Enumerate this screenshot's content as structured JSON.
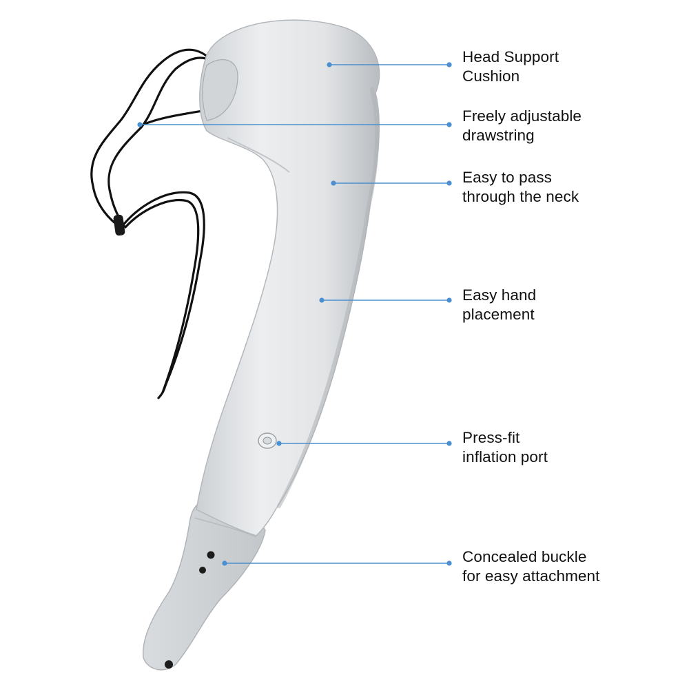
{
  "colors": {
    "leader": "#4a8fd0",
    "pillow_light": "#e8eaec",
    "pillow_mid": "#d4d7da",
    "pillow_shadow": "#b9bdc1",
    "strap": "#cfd2d5",
    "cord": "#111111",
    "text": "#111111"
  },
  "callouts": [
    {
      "id": "head-support",
      "lines": [
        "Head Support",
        "Cushion"
      ]
    },
    {
      "id": "drawstring",
      "lines": [
        "Freely adjustable",
        "drawstring"
      ]
    },
    {
      "id": "neck",
      "lines": [
        "Easy to pass",
        "through the neck"
      ]
    },
    {
      "id": "hand",
      "lines": [
        "Easy hand",
        "placement"
      ]
    },
    {
      "id": "inflation-port",
      "lines": [
        "Press-fit",
        "inflation port"
      ]
    },
    {
      "id": "buckle",
      "lines": [
        "Concealed buckle",
        "for easy attachment"
      ]
    }
  ]
}
